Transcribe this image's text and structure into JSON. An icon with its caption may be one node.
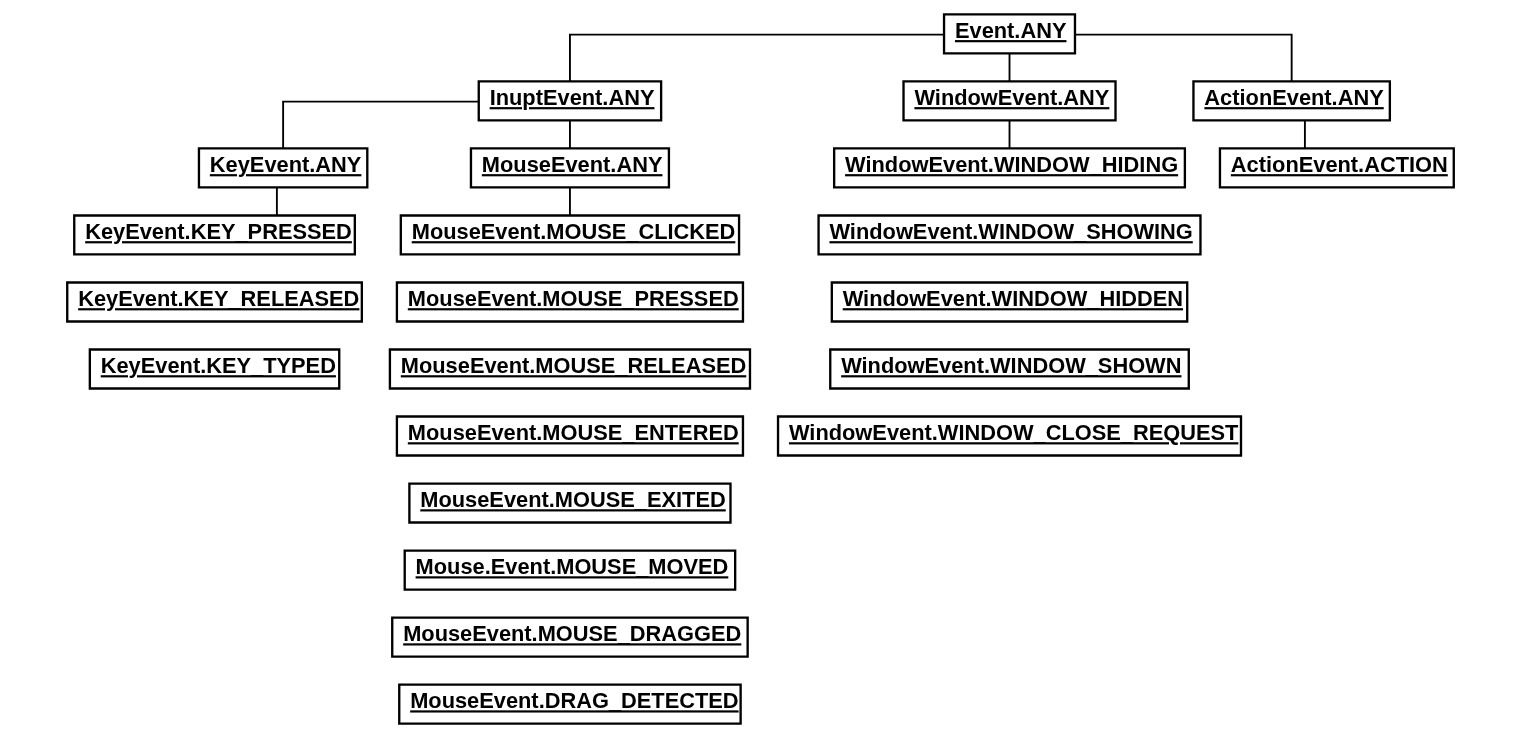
{
  "diagram": {
    "nodes": [
      {
        "text": [
          "Event.ANY"
        ]
      },
      {
        "text": [
          "InuptEvent.ANY"
        ]
      },
      {
        "text": [
          "WindowEvent.ANY"
        ]
      },
      {
        "text": [
          "ActionEvent.ANY"
        ]
      },
      {
        "text": [
          "KeyEvent.ANY"
        ]
      },
      {
        "text": [
          "MouseEvent.ANY"
        ]
      },
      {
        "text": [
          "KeyEvent.KEY_PRESSED"
        ]
      },
      {
        "text": [
          "KeyEvent.KEY_RELEASED"
        ]
      },
      {
        "text": [
          "KeyEvent.KEY_TYPED"
        ]
      },
      {
        "text": [
          "MouseEvent.MOUSE_CLICKED"
        ]
      },
      {
        "text": [
          "MouseEvent.MOUSE_PRESSED"
        ]
      },
      {
        "text": [
          "MouseEvent.MOUSE_RELEASED"
        ]
      },
      {
        "text": [
          "MouseEvent.MOUSE_ENTERED"
        ]
      },
      {
        "text": [
          "MouseEvent.MOUSE_EXITED"
        ]
      },
      {
        "text": [
          "Mouse.Event.MOUSE_MOVED"
        ]
      },
      {
        "text": [
          "MouseEvent.MOUSE_DRAGGED"
        ]
      },
      {
        "text": [
          "MouseEvent.DRAG_DETECTED"
        ]
      },
      {
        "text": [
          "WindowEvent.WINDOW_HIDING"
        ]
      },
      {
        "text": [
          "WindowEvent.WINDOW_SHOWING"
        ]
      },
      {
        "text": [
          "WindowEvent.WINDOW_HIDDEN"
        ]
      },
      {
        "text": [
          "WindowEvent.WINDOW_SHOWN"
        ]
      },
      {
        "text": [
          "WindowEvent.WINDOW_CLOSE_REQUEST"
        ]
      },
      {
        "text": [
          "ActionEvent.ACTION"
        ]
      }
    ],
    "edges": [
      {
        "from": 0,
        "to": 1,
        "arrow": "none"
      },
      {
        "from": 0,
        "to": 2,
        "arrow": "none"
      },
      {
        "from": 0,
        "to": 3,
        "arrow": "none"
      },
      {
        "from": 1,
        "to": 4,
        "arrow": "none"
      },
      {
        "from": 1,
        "to": 5,
        "arrow": "none"
      },
      {
        "from": 4,
        "to": 6,
        "arrow": "none"
      },
      {
        "from": 5,
        "to": 9,
        "arrow": "none"
      },
      {
        "from": 2,
        "to": 17,
        "arrow": "none"
      },
      {
        "from": 3,
        "to": 22,
        "arrow": "none"
      }
    ]
  }
}
